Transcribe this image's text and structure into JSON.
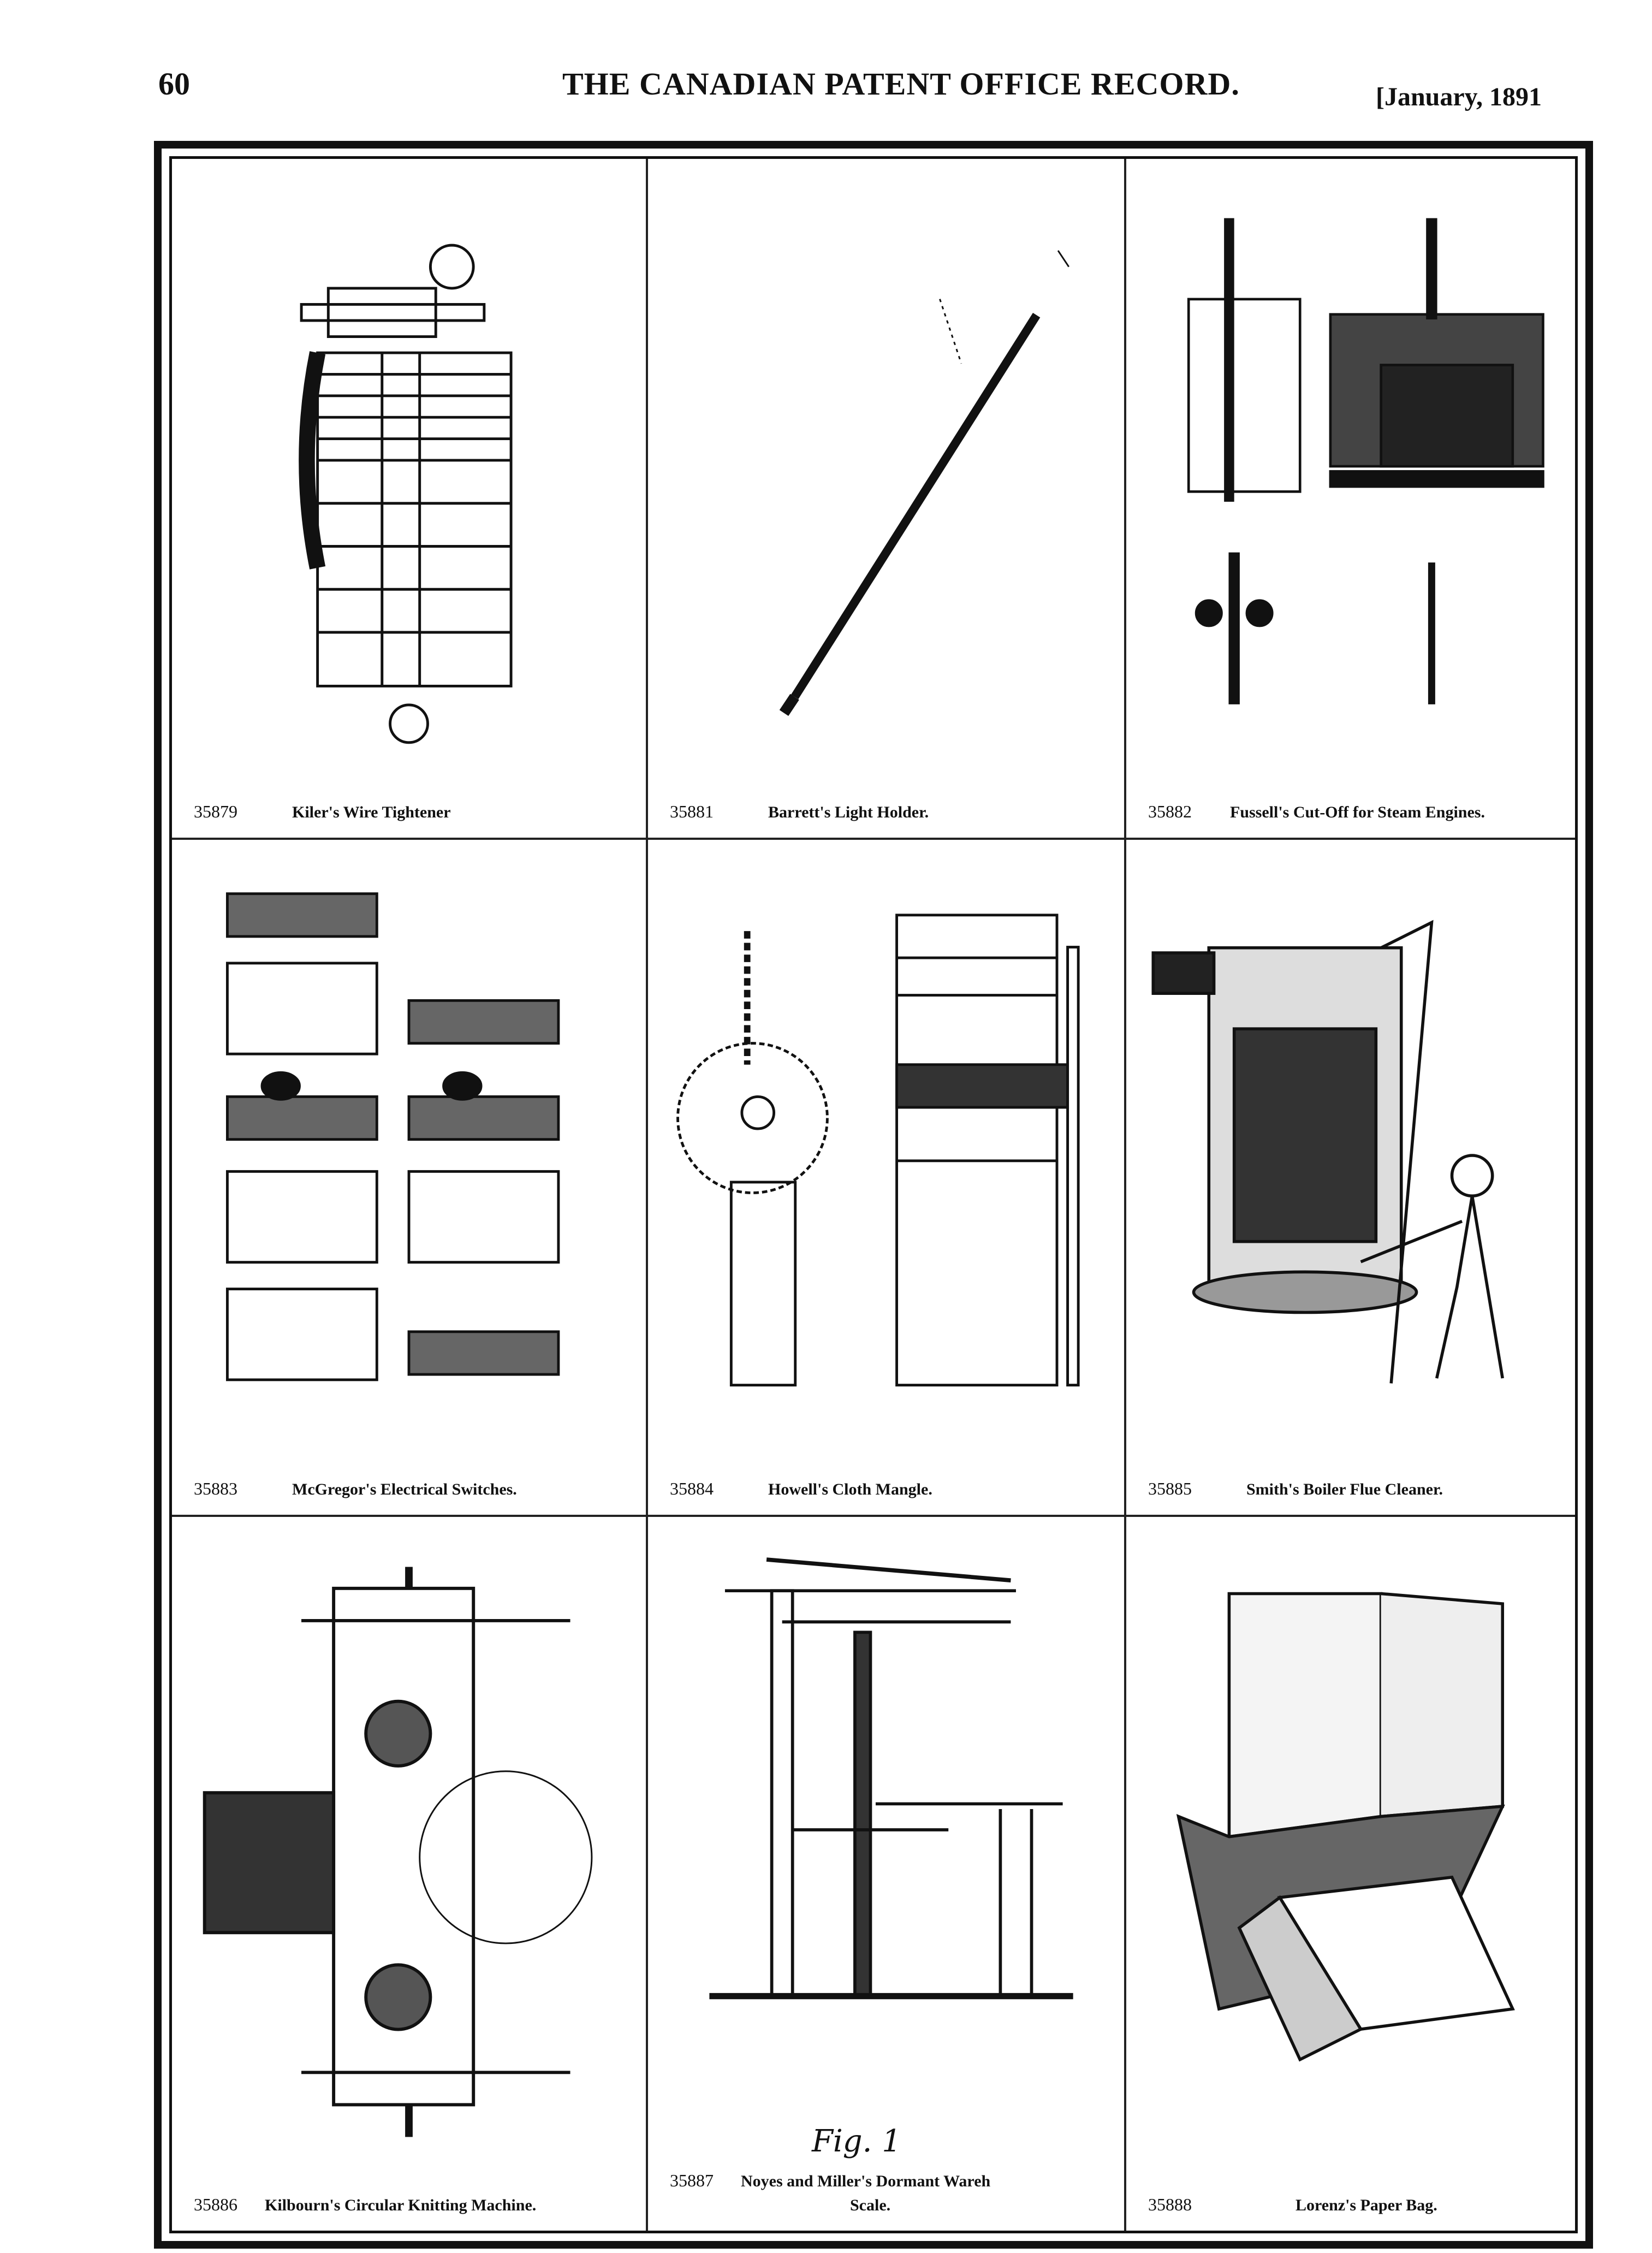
{
  "header": {
    "page_number": "60",
    "title": "THE CANADIAN PATENT OFFICE RECORD.",
    "date": "[January, 1891"
  },
  "plates": [
    {
      "number": "35879",
      "title": "Kiler's Wire Tightener"
    },
    {
      "number": "35881",
      "title": "Barrett's Light Holder."
    },
    {
      "number": "35882",
      "title": "Fussell's Cut-Off for Steam Engines."
    },
    {
      "number": "35883",
      "title": "McGregor's Electrical Switches."
    },
    {
      "number": "35884",
      "title": "Howell's Cloth Mangle."
    },
    {
      "number": "35885",
      "title": "Smith's Boiler Flue Cleaner."
    },
    {
      "number": "35886",
      "title": "Kilbourn's Circular Knitting Machine."
    },
    {
      "number": "35887",
      "title": "Noyes and Miller's Dormant Wareh",
      "title_line2": "Scale.",
      "fig_label": "Fig. 1"
    },
    {
      "number": "35888",
      "title": "Lorenz's Paper Bag."
    }
  ]
}
